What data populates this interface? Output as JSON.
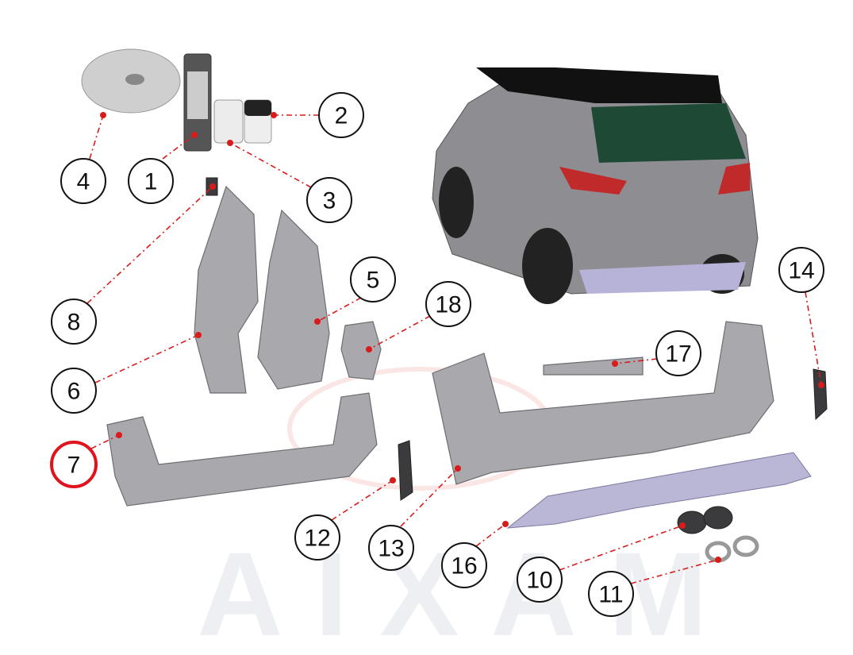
{
  "diagram": {
    "watermark": "AIXAM",
    "highlighted_callout": "7",
    "colors": {
      "leader": "#d81c1c",
      "highlight": "#e0141e",
      "part": "#a9a9ad"
    },
    "callouts": [
      {
        "id": "c4",
        "label": "4",
        "part": "tape-roll"
      },
      {
        "id": "c1",
        "label": "1",
        "part": "adhesive-cartridge"
      },
      {
        "id": "c2",
        "label": "2",
        "part": "black-primer-jar"
      },
      {
        "id": "c3",
        "label": "3",
        "part": "clear-primer-jar"
      },
      {
        "id": "c8",
        "label": "8",
        "part": "small-clip"
      },
      {
        "id": "c5",
        "label": "5",
        "part": "inner-rear-quarter-panel"
      },
      {
        "id": "c18",
        "label": "18",
        "part": "corner-cap"
      },
      {
        "id": "c6",
        "label": "6",
        "part": "outer-rear-quarter-panel"
      },
      {
        "id": "c17",
        "label": "17",
        "part": "plate-trim"
      },
      {
        "id": "c14",
        "label": "14",
        "part": "right-reflector-grille"
      },
      {
        "id": "c7",
        "label": "7",
        "part": "rear-bumper-basic"
      },
      {
        "id": "c12",
        "label": "12",
        "part": "left-reflector-grille"
      },
      {
        "id": "c13",
        "label": "13",
        "part": "rear-bumper-sport"
      },
      {
        "id": "c16",
        "label": "16",
        "part": "rear-diffuser"
      },
      {
        "id": "c10",
        "label": "10",
        "part": "exhaust-tips"
      },
      {
        "id": "c11",
        "label": "11",
        "part": "exhaust-rings"
      }
    ]
  }
}
